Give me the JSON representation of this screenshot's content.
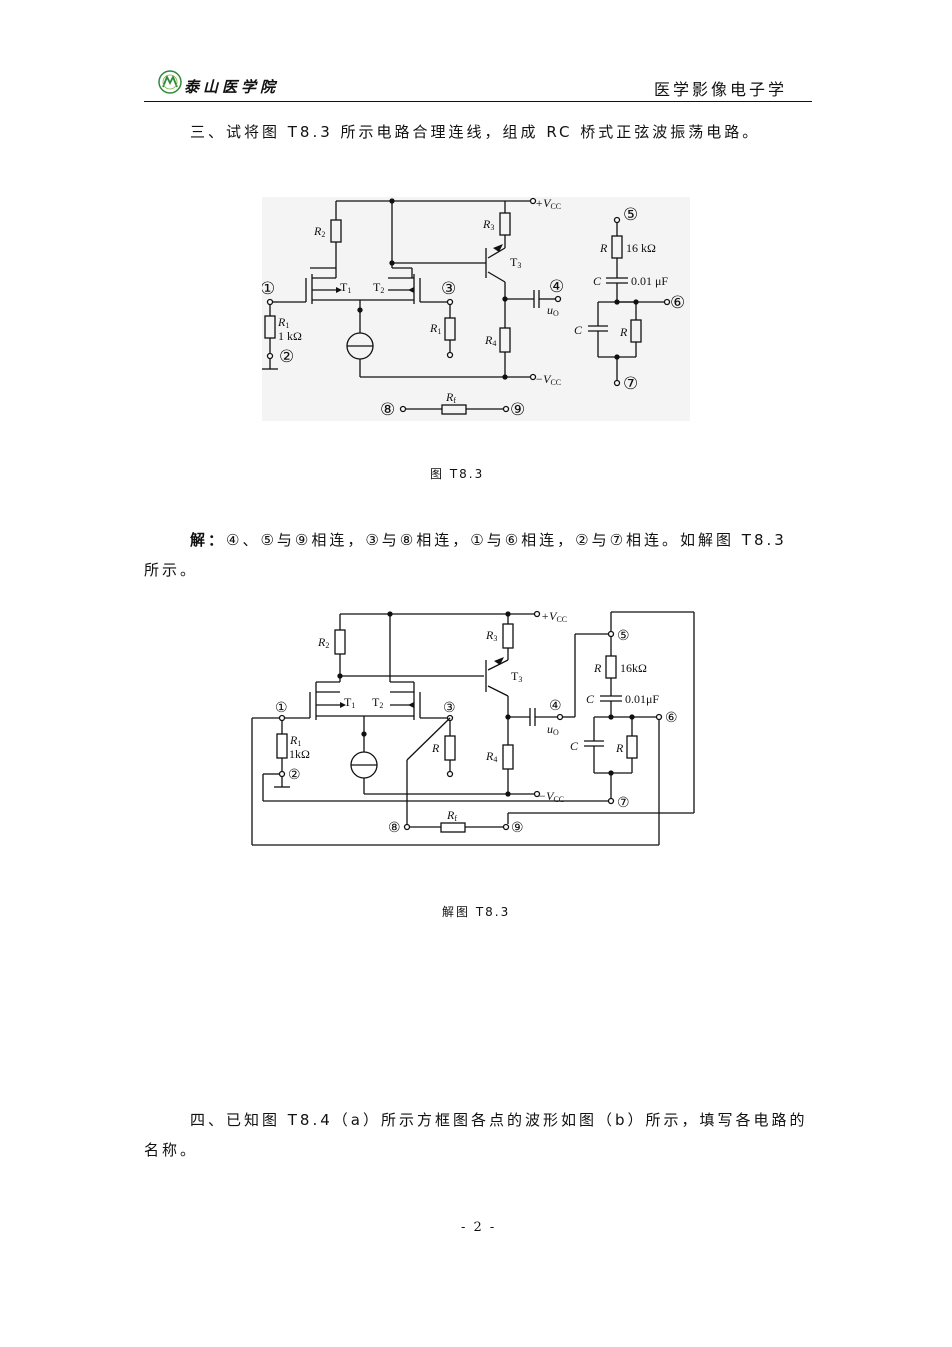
{
  "header": {
    "left": "泰山医学院",
    "right": "医学影像电子学"
  },
  "question3": "三、试将图 T8.3 所示电路合理连线，组成 RC 桥式正弦波振荡电路。",
  "fig1_caption": "图 T8.3",
  "solution": {
    "label": "解：",
    "text": "④、⑤与⑨相连，③与⑧相连，①与⑥相连，②与⑦相连。如解图 T8.3 所示。"
  },
  "fig2_caption": "解图 T8.3",
  "question4": "四、已知图 T8.4（a）所示方框图各点的波形如图（b）所示，填写各电路的名称。",
  "page_number": "- 2 -",
  "circuit": {
    "vcc_pos": "+V",
    "vcc_neg": "−V",
    "vcc_sub": "CC",
    "r2": "R",
    "r2_sub": "2",
    "r3": "R",
    "r3_sub": "3",
    "r4": "R",
    "r4_sub": "4",
    "r1": "R",
    "r1_sub": "1",
    "r1_value": "1 kΩ",
    "r1_right": "R",
    "r1_right_sub": "1",
    "t1": "T",
    "t1_sub": "1",
    "t2": "T",
    "t2_sub": "2",
    "t3": "T",
    "t3_sub": "3",
    "r_top": "R",
    "r_top_value": "16 kΩ",
    "c_top": "C",
    "c_top_value": "0.01 μF",
    "c_bottom": "C",
    "r_bottom": "R",
    "rf": "R",
    "rf_sub": "f",
    "uo": "u",
    "uo_sub": "O",
    "node1": "①",
    "node2": "②",
    "node3": "③",
    "node4": "④",
    "node5": "⑤",
    "node6": "⑥",
    "node7": "⑦",
    "node8": "⑧",
    "node9": "⑨"
  },
  "circuit2": {
    "r3_sub": "3",
    "r_top_value": "16kΩ",
    "c_top_value": "0.01μF",
    "r1_value": "1kΩ",
    "r_right": "R"
  }
}
